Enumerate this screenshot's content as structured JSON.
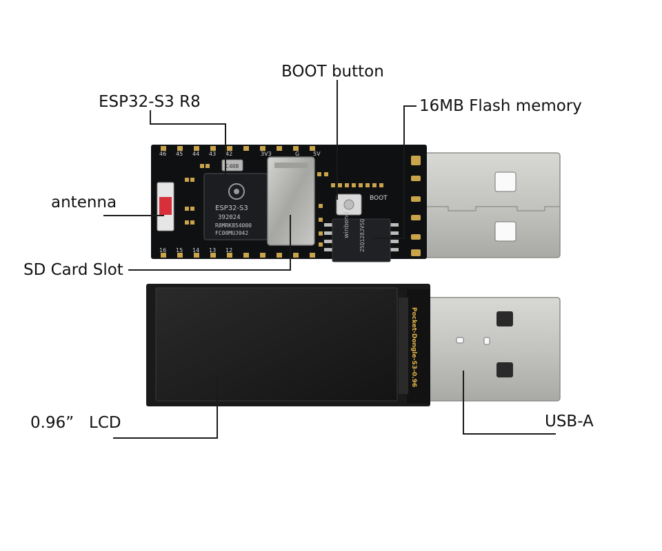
{
  "labels": {
    "boot_button": "BOOT button",
    "esp32": "ESP32-S3 R8",
    "flash": "16MB Flash memory",
    "antenna": "antenna",
    "sd_slot": "SD Card Slot",
    "lcd": "0.96”   LCD",
    "usb_a": "USB-A"
  },
  "board_markings": {
    "chip_model": "ESP32-S3",
    "chip_code": "392024",
    "chip_lot1": "R8MRK854000",
    "chip_lot2": "FC00MUJ042",
    "flash_brand": "winbond",
    "flash_part": "25Q128JVSQ",
    "boot_silk": "BOOT",
    "pin_3v3": "3V3",
    "pin_5v": "5V",
    "pin_g": "G",
    "pin_12": "12",
    "pin_13": "13",
    "pin_14": "14",
    "pin_15": "15",
    "pin_16": "16",
    "pin_42": "42",
    "pin_43": "43",
    "pin_44": "44",
    "pin_45": "45",
    "pin_46": "46",
    "crystal": "C408",
    "dongle_silk": "Pocket-Dongle-S3-0.96"
  },
  "colors": {
    "pcb": "#0f1012",
    "usb_metal": "#b9b9b6",
    "lcd_frame": "#1a1a1a",
    "antenna": "#d8303a",
    "leader_line": "#1a1a1a"
  }
}
